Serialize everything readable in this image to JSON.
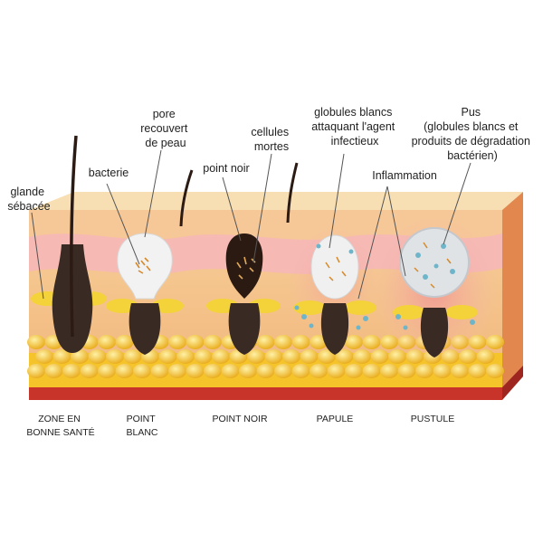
{
  "labels": {
    "glande": [
      "glande",
      "sébacée"
    ],
    "bacterie": [
      "bacterie"
    ],
    "pore": [
      "pore",
      "recouvert",
      "de peau"
    ],
    "point_noir": [
      "point noir"
    ],
    "cellules": [
      "cellules",
      "mortes"
    ],
    "globules": [
      "globules blancs",
      "attaquant l'agent",
      "infectieux"
    ],
    "inflammation": [
      "Inflammation"
    ],
    "pus": [
      "Pus",
      "(globules blancs et",
      "produits de dégradation",
      "bactérien)"
    ]
  },
  "captions": {
    "zone_saine": [
      "ZONE EN",
      "BONNE SANTÉ"
    ],
    "point_blanc": [
      "POINT",
      "BLANC"
    ],
    "point_noir": [
      "POINT NOIR"
    ],
    "papule": [
      "PAPULE"
    ],
    "pustule": [
      "PUSTULE"
    ]
  },
  "colors": {
    "epidermis_top": "#f6d6a4",
    "skin_face": "#f3c08a",
    "dermis_pink": "#f6b9b3",
    "fat_yellow": "#f5c42a",
    "muscle_red": "#c8332a",
    "follicle": "#3a2a24",
    "hair": "#2b1b14",
    "gland": "#f4d23a",
    "whitehead": "#f2f2f2",
    "blackhead": "#2a1a12",
    "pus": "#dfe3e6",
    "inflammation": "#f3a0a8"
  }
}
